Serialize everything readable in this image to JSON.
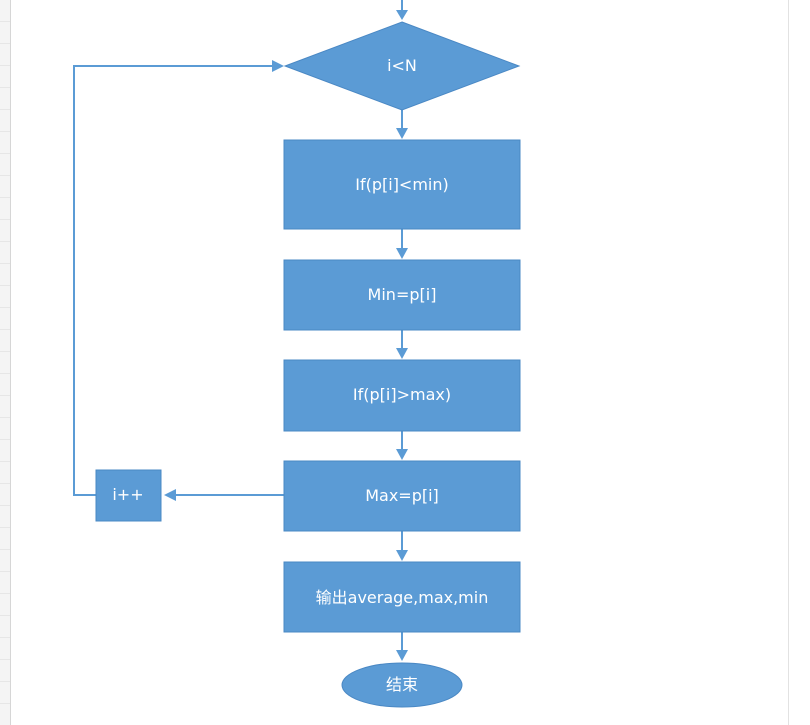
{
  "diagram": {
    "nodes": {
      "loop_condition": "i<N",
      "check_min": "If(p[i]<min)",
      "assign_min": "Min=p[i]",
      "check_max": "If(p[i]>max)",
      "assign_max": "Max=p[i]",
      "increment": "i++",
      "output": "输出average,max,min",
      "end": "结束"
    },
    "colors": {
      "node_fill": "#5b9bd5",
      "node_border": "#4a88c4",
      "connector": "#5b9bd5",
      "text": "#ffffff"
    }
  }
}
